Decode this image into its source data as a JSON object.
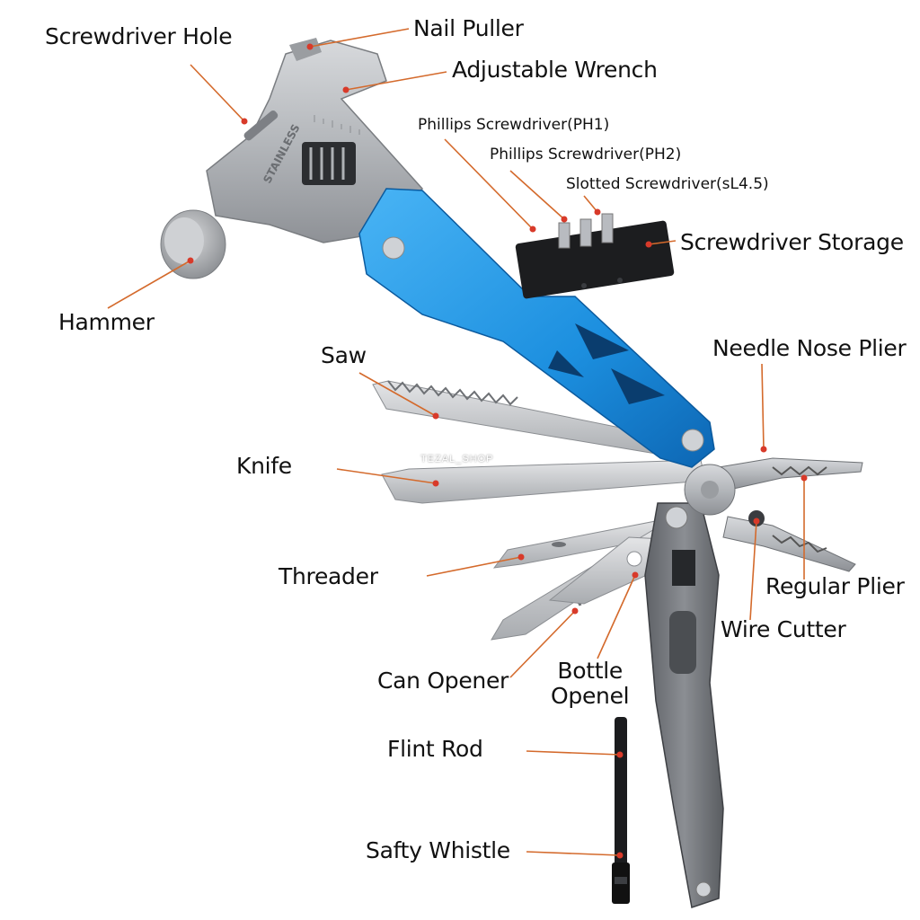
{
  "watermark": "TEZAL_SHOP",
  "colors": {
    "leader": "#d46a2c",
    "dot": "#d83a2a",
    "handle_blue": "#1e90e0",
    "steel": "#b9bcc0",
    "dark_steel": "#6d6f73"
  },
  "labels": {
    "screwdriver_hole": "Screwdriver Hole",
    "nail_puller": "Nail Puller",
    "adjustable_wrench": "Adjustable Wrench",
    "phillips_ph1": "Phillips Screwdriver(PH1)",
    "phillips_ph2": "Phillips Screwdriver(PH2)",
    "slotted": "Slotted Screwdriver(sL4.5)",
    "screwdriver_storage": "Screwdriver Storage",
    "hammer": "Hammer",
    "saw": "Saw",
    "needle_nose_plier": "Needle Nose Plier",
    "knife": "Knife",
    "threader": "Threader",
    "regular_plier": "Regular Plier",
    "wire_cutter": "Wire Cutter",
    "can_opener": "Can Opener",
    "bottle_opener": "Bottle\nOpenel",
    "flint_rod": "Flint Rod",
    "safety_whistle": "Safty Whistle"
  },
  "engraving": "STAINLESS"
}
